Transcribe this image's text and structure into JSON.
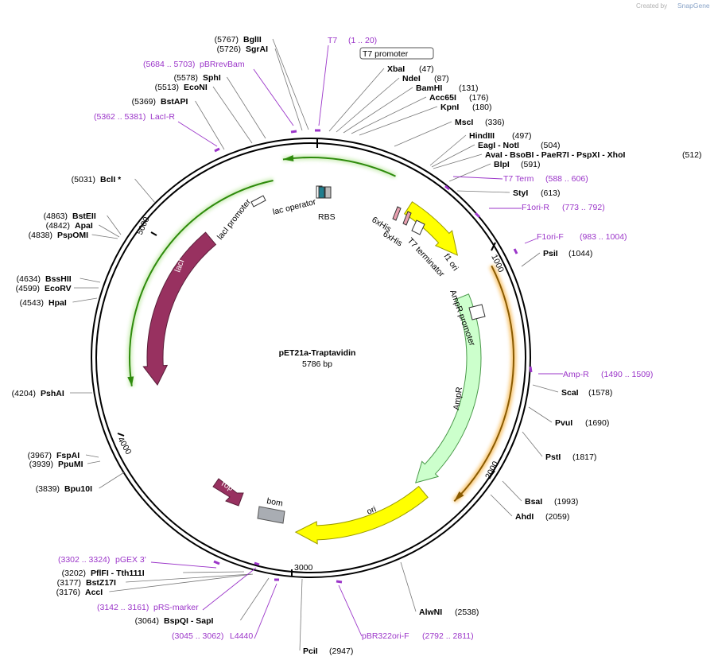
{
  "credit": {
    "created_by": "Created by",
    "brand": "SnapGene"
  },
  "plasmid": {
    "name": "pET21a-Traptavidin",
    "size": "5786 bp"
  },
  "ticks": [
    "1000",
    "2000",
    "3000",
    "4000",
    "5000"
  ],
  "features": {
    "lacI": "lacI",
    "lacI_promoter": "lacI promoter",
    "lac_operator": "lac operator",
    "rbs": "RBS",
    "his1": "6xHis",
    "his2": "6xHis",
    "t7_terminator": "T7 terminator",
    "f1_ori": "f1 ori",
    "ampr_promoter": "AmpR promoter",
    "ampr": "AmpR",
    "ori": "ori",
    "rop": "rop",
    "bom": "bom"
  },
  "t7_promoter_box": "T7 promoter",
  "sites_right": [
    {
      "pos": "(47)",
      "name": "XbaI"
    },
    {
      "pos": "(87)",
      "name": "NdeI"
    },
    {
      "pos": "(131)",
      "name": "BamHI"
    },
    {
      "pos": "(176)",
      "name": "Acc65I"
    },
    {
      "pos": "(180)",
      "name": "KpnI"
    },
    {
      "pos": "(336)",
      "name": "MscI"
    },
    {
      "pos": "(497)",
      "name": "HindIII"
    },
    {
      "pos": "(504)",
      "name": "EagI  -  NotI"
    },
    {
      "pos": "(512)",
      "name": "AvaI  -  BsoBI  -  PaeR7I  -  PspXI  -  XhoI"
    },
    {
      "pos": "(591)",
      "name": "BlpI"
    },
    {
      "pos": "(613)",
      "name": "StyI"
    },
    {
      "pos": "(1044)",
      "name": "PsiI"
    },
    {
      "pos": "(1578)",
      "name": "ScaI"
    },
    {
      "pos": "(1690)",
      "name": "PvuI"
    },
    {
      "pos": "(1817)",
      "name": "PstI"
    },
    {
      "pos": "(1993)",
      "name": "BsaI"
    },
    {
      "pos": "(2059)",
      "name": "AhdI"
    },
    {
      "pos": "(2538)",
      "name": "AlwNI"
    },
    {
      "pos": "(2947)",
      "name": "PciI"
    }
  ],
  "sites_left": [
    {
      "pos": "(5767)",
      "name": "BglII"
    },
    {
      "pos": "(5726)",
      "name": "SgrAI"
    },
    {
      "pos": "(5578)",
      "name": "SphI"
    },
    {
      "pos": "(5513)",
      "name": "EcoNI"
    },
    {
      "pos": "(5369)",
      "name": "BstAPI"
    },
    {
      "pos": "(5031)",
      "name": "BclI *"
    },
    {
      "pos": "(4863)",
      "name": "BstEII"
    },
    {
      "pos": "(4842)",
      "name": "ApaI"
    },
    {
      "pos": "(4838)",
      "name": "PspOMI"
    },
    {
      "pos": "(4634)",
      "name": "BssHII"
    },
    {
      "pos": "(4599)",
      "name": "EcoRV"
    },
    {
      "pos": "(4543)",
      "name": "HpaI"
    },
    {
      "pos": "(4204)",
      "name": "PshAI"
    },
    {
      "pos": "(3967)",
      "name": "FspAI"
    },
    {
      "pos": "(3939)",
      "name": "PpuMI"
    },
    {
      "pos": "(3839)",
      "name": "Bpu10I"
    },
    {
      "pos": "(3202)",
      "name": "PflFI  -  Tth111I"
    },
    {
      "pos": "(3177)",
      "name": "BstZ17I"
    },
    {
      "pos": "(3176)",
      "name": "AccI"
    },
    {
      "pos": "(3064)",
      "name": "BspQI  -  SapI"
    }
  ],
  "primers": [
    {
      "name": "T7",
      "range": "(1 .. 20)"
    },
    {
      "name": "pBRrevBam",
      "range": "(5684 .. 5703)"
    },
    {
      "name": "LacI-R",
      "range": "(5362 .. 5381)"
    },
    {
      "name": "T7 Term",
      "range": "(588 .. 606)"
    },
    {
      "name": "F1ori-R",
      "range": "(773 .. 792)"
    },
    {
      "name": "F1ori-F",
      "range": "(983 .. 1004)"
    },
    {
      "name": "Amp-R",
      "range": "(1490 .. 1509)"
    },
    {
      "name": "pGEX 3'",
      "range": "(3302 .. 3324)"
    },
    {
      "name": "pRS-marker",
      "range": "(3142 .. 3161)"
    },
    {
      "name": "L4440",
      "range": "(3045 .. 3062)"
    },
    {
      "name": "pBR322ori-F",
      "range": "(2792 .. 2811)"
    }
  ],
  "colors": {
    "primer": "#9b35c9",
    "lacI": "#983160",
    "promoter_green": "#2e8b0c",
    "f1_ori": "#ffff00",
    "ampr": "#ccffcc",
    "ori": "#ffff00",
    "bom": "#a9adb3",
    "orange_primer": "#f5a623",
    "rbs": "#1f7e8e"
  }
}
